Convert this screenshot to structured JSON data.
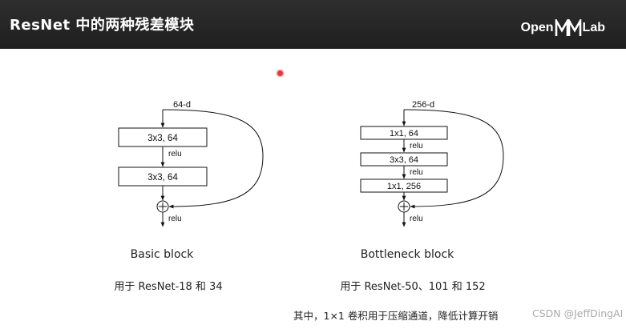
{
  "header": {
    "title": "ResNet 中的两种残差模块",
    "logo_left": "Open",
    "logo_right": "Lab"
  },
  "basic_block": {
    "input_label": "64-d",
    "layers": [
      "3x3, 64",
      "3x3, 64"
    ],
    "between_labels": [
      "relu"
    ],
    "output_label": "relu",
    "name": "Basic block",
    "usage": "用于 ResNet-18 和 34"
  },
  "bottleneck_block": {
    "input_label": "256-d",
    "layers": [
      "1x1, 64",
      "3x3, 64",
      "1x1, 256"
    ],
    "between_labels": [
      "relu",
      "relu"
    ],
    "output_label": "relu",
    "name": "Bottleneck block",
    "usage": "用于 ResNet-50、101 和 152"
  },
  "footer": {
    "note": "其中，1×1 卷积用于压缩通道，降低计算开销",
    "watermark": "CSDN @JeffDingAI"
  },
  "colors": {
    "header_bg": "#222222",
    "accent_dot": "#e23b3b"
  }
}
